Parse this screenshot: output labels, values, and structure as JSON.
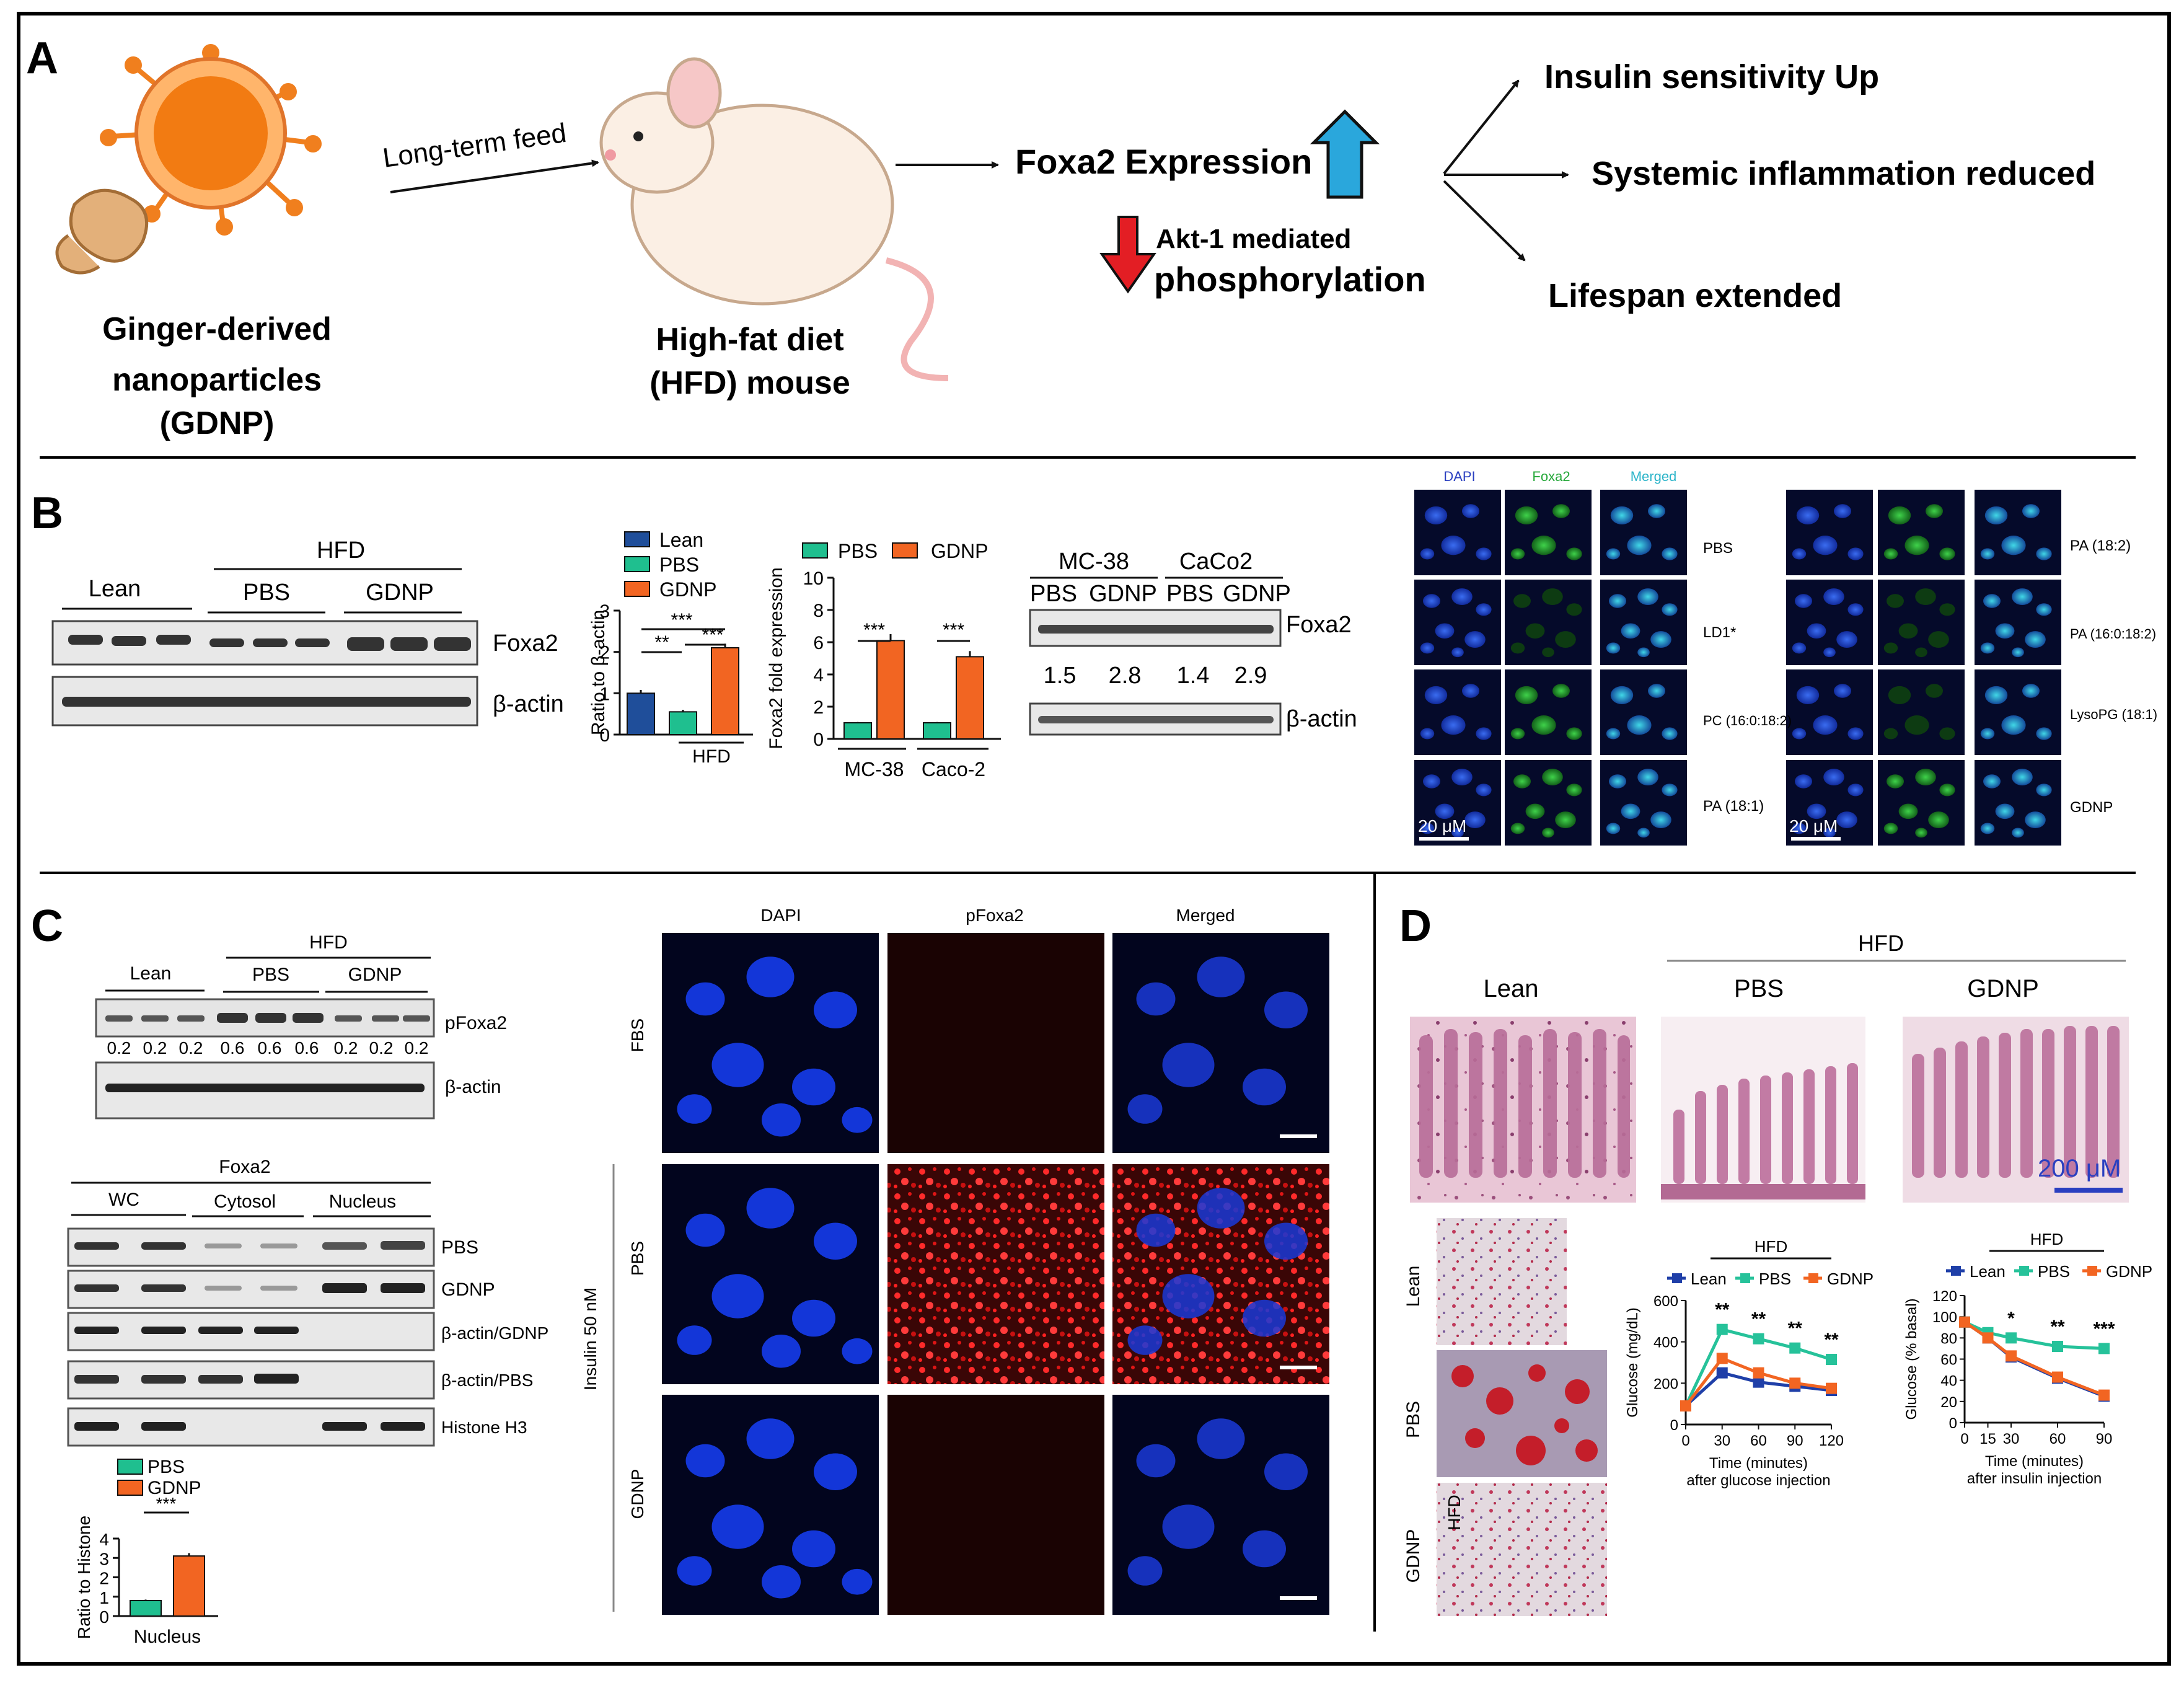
{
  "panel_a": {
    "label": "A",
    "gdnp_caption": [
      "Ginger-derived",
      "nanoparticles",
      "(GDNP)"
    ],
    "feed_label": "Long-term feed",
    "mouse_caption": [
      "High-fat diet",
      "(HFD) mouse"
    ],
    "foxa2_expression": "Foxa2 Expression",
    "akt_label": [
      "Akt-1 mediated",
      "phosphorylation"
    ],
    "outcomes": [
      "Insulin sensitivity Up",
      "Systemic inflammation reduced",
      "Lifespan extended"
    ],
    "colors": {
      "up_arrow": "#2aa7dc",
      "down_arrow": "#e31e24",
      "particle": "#f07f1e"
    }
  },
  "panel_b": {
    "label": "B",
    "blot1": {
      "group_header": "HFD",
      "lanes": [
        "Lean",
        "PBS",
        "GDNP"
      ],
      "rows": [
        "Foxa2",
        "β-actin"
      ]
    },
    "bar1": {
      "ylabel": "Ratio to β-actin",
      "xlabel": "HFD",
      "legend": [
        "Lean",
        "PBS",
        "GDNP"
      ],
      "ticks": [
        "0",
        "1",
        "2",
        "3"
      ],
      "sig": [
        "**",
        "***",
        "***"
      ]
    },
    "bar2": {
      "ylabel": "Foxa2 fold expression",
      "legend": [
        "PBS",
        "GDNP"
      ],
      "categories": [
        "MC-38",
        "Caco-2"
      ],
      "ticks": [
        "0",
        "2",
        "4",
        "6",
        "8",
        "10"
      ],
      "sig": [
        "***",
        "***"
      ]
    },
    "blot2": {
      "cells": [
        "MC-38",
        "CaCo2"
      ],
      "lanes": [
        "PBS",
        "GDNP",
        "PBS",
        "GDNP"
      ],
      "values": [
        "1.5",
        "2.8",
        "1.4",
        "2.9"
      ],
      "rows": [
        "Foxa2",
        "β-actin"
      ]
    },
    "micro": {
      "channels": [
        "DAPI",
        "Foxa2",
        "Merged"
      ],
      "left_rows": [
        "PBS",
        "LD1*",
        "PC (16:0:18:2)",
        "PA (18:1)"
      ],
      "right_rows": [
        "PA (18:2)",
        "PA (16:0:18:2)",
        "LysoPG (18:1)",
        "GDNP"
      ],
      "scale": "20 μM"
    }
  },
  "panel_c": {
    "label": "C",
    "blot1": {
      "group_header": "HFD",
      "lanes": [
        "Lean",
        "PBS",
        "GDNP"
      ],
      "values": [
        "0.2",
        "0.2",
        "0.2",
        "0.6",
        "0.6",
        "0.6",
        "0.2",
        "0.2",
        "0.2"
      ],
      "rows": [
        "pFoxa2",
        "β-actin"
      ]
    },
    "blot2": {
      "title": "Foxa2",
      "fractions": [
        "WC",
        "Cytosol",
        "Nucleus"
      ],
      "rows": [
        "PBS",
        "GDNP",
        "β-actin/GDNP",
        "β-actin/PBS",
        "Histone H3"
      ]
    },
    "bar": {
      "legend": [
        "PBS",
        "GDNP"
      ],
      "ylabel": "Ratio to Histone",
      "xlabel": "Nucleus",
      "ticks": [
        "0",
        "1",
        "2",
        "3",
        "4"
      ],
      "sig": "***"
    },
    "micro": {
      "channels": [
        "DAPI",
        "pFoxa2",
        "Merged"
      ],
      "rows": [
        "FBS",
        "PBS",
        "GDNP"
      ],
      "side_label": "Insulin 50 nM"
    }
  },
  "panel_d": {
    "label": "D",
    "group_header": "HFD",
    "histo_labels": [
      "Lean",
      "PBS",
      "GDNP"
    ],
    "scale": "200 μM",
    "oil_labels": [
      "Lean",
      "PBS",
      "GDNP"
    ],
    "oil_overlay": "HFD"
  },
  "chart_data": [
    {
      "type": "bar",
      "title": "",
      "ylabel": "Ratio to β-actin",
      "xlabel": "HFD",
      "categories": [
        "Lean",
        "PBS",
        "GDNP"
      ],
      "values": [
        1.0,
        0.55,
        2.1
      ],
      "errors": [
        0.08,
        0.05,
        0.1
      ],
      "ylim": [
        0,
        3
      ],
      "colors": [
        "#1f4e9a",
        "#1fbf8f",
        "#f26522"
      ],
      "legend": "top-left"
    },
    {
      "type": "bar",
      "title": "",
      "ylabel": "Foxa2 fold expression",
      "categories": [
        "MC-38",
        "Caco-2"
      ],
      "series": [
        {
          "name": "PBS",
          "values": [
            1.0,
            1.0
          ],
          "errors": [
            0.05,
            0.05
          ],
          "color": "#1fbf8f"
        },
        {
          "name": "GDNP",
          "values": [
            6.1,
            5.1
          ],
          "errors": [
            0.4,
            0.35
          ],
          "color": "#f26522"
        }
      ],
      "ylim": [
        0,
        10
      ],
      "legend": "top"
    },
    {
      "type": "bar",
      "title": "",
      "ylabel": "Ratio to Histone",
      "categories": [
        "Nucleus"
      ],
      "series": [
        {
          "name": "PBS",
          "values": [
            0.8
          ],
          "errors": [
            0.05
          ],
          "color": "#1fbf8f"
        },
        {
          "name": "GDNP",
          "values": [
            3.1
          ],
          "errors": [
            0.15
          ],
          "color": "#f26522"
        }
      ],
      "ylim": [
        0,
        4
      ],
      "legend": "top-left"
    },
    {
      "type": "line",
      "title": "HFD",
      "xlabel": "Time (minutes) after glucose injection",
      "ylabel": "Glucose (mg/dL)",
      "x": [
        0,
        30,
        60,
        90,
        120
      ],
      "series": [
        {
          "name": "Lean",
          "values": [
            90,
            250,
            205,
            185,
            165
          ],
          "color": "#1f3fa8"
        },
        {
          "name": "PBS",
          "values": [
            90,
            460,
            415,
            370,
            315
          ],
          "color": "#26c29a"
        },
        {
          "name": "GDNP",
          "values": [
            90,
            320,
            250,
            200,
            175
          ],
          "color": "#f26522"
        }
      ],
      "xticks": [
        "0",
        "30",
        "60",
        "90",
        "120"
      ],
      "yticks": [
        "0",
        "200",
        "400",
        "600"
      ],
      "xlim": [
        0,
        120
      ],
      "ylim": [
        0,
        600
      ],
      "sig": [
        "**",
        "**",
        "**",
        "**"
      ],
      "legend": "top"
    },
    {
      "type": "line",
      "title": "HFD",
      "xlabel": "Time (minutes) after insulin injection",
      "ylabel": "Glucose (% basal)",
      "x": [
        0,
        15,
        30,
        60,
        90
      ],
      "series": [
        {
          "name": "Lean",
          "values": [
            95,
            80,
            62,
            42,
            25
          ],
          "color": "#1f3fa8"
        },
        {
          "name": "PBS",
          "values": [
            95,
            85,
            80,
            72,
            70
          ],
          "color": "#26c29a"
        },
        {
          "name": "GDNP",
          "values": [
            95,
            80,
            63,
            43,
            26
          ],
          "color": "#f26522"
        }
      ],
      "xticks": [
        "0",
        "15",
        "30",
        "60",
        "90"
      ],
      "yticks": [
        "0",
        "20",
        "40",
        "60",
        "80",
        "100",
        "120"
      ],
      "xlim": [
        0,
        90
      ],
      "ylim": [
        0,
        120
      ],
      "sig": [
        "*",
        "**",
        "***"
      ],
      "legend": "top"
    }
  ]
}
